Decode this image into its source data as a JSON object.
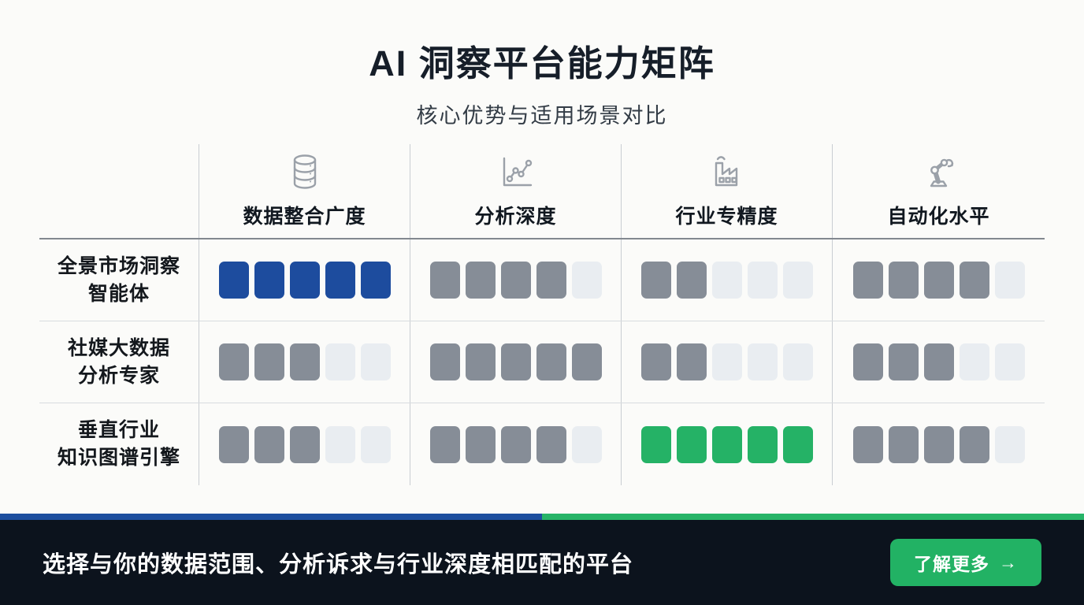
{
  "header": {
    "title": "AI 洞察平台能力矩阵",
    "subtitle": "核心优势与适用场景对比"
  },
  "matrix": {
    "scale_max": 5,
    "columns": [
      {
        "label": "数据整合广度",
        "icon": "database-icon"
      },
      {
        "label": "分析深度",
        "icon": "line-chart-icon"
      },
      {
        "label": "行业专精度",
        "icon": "factory-icon"
      },
      {
        "label": "自动化水平",
        "icon": "robot-arm-icon"
      }
    ],
    "rows": [
      {
        "label_lines": [
          "全景市场洞察",
          "智能体"
        ],
        "ratings": [
          {
            "value": 5,
            "color": "blue"
          },
          {
            "value": 4,
            "color": "gray"
          },
          {
            "value": 2,
            "color": "gray"
          },
          {
            "value": 4,
            "color": "gray"
          }
        ]
      },
      {
        "label_lines": [
          "社媒大数据",
          "分析专家"
        ],
        "ratings": [
          {
            "value": 3,
            "color": "gray"
          },
          {
            "value": 5,
            "color": "gray"
          },
          {
            "value": 2,
            "color": "gray"
          },
          {
            "value": 3,
            "color": "gray"
          }
        ]
      },
      {
        "label_lines": [
          "垂直行业",
          "知识图谱引擎"
        ],
        "ratings": [
          {
            "value": 3,
            "color": "gray"
          },
          {
            "value": 4,
            "color": "gray"
          },
          {
            "value": 5,
            "color": "green"
          },
          {
            "value": 4,
            "color": "gray"
          }
        ]
      }
    ]
  },
  "chart_data": {
    "type": "table",
    "title": "AI 洞察平台能力矩阵",
    "subtitle": "核心优势与适用场景对比",
    "columns": [
      "数据整合广度",
      "分析深度",
      "行业专精度",
      "自动化水平"
    ],
    "rows": [
      "全景市场洞察智能体",
      "社媒大数据分析专家",
      "垂直行业知识图谱引擎"
    ],
    "values": [
      [
        5,
        4,
        2,
        4
      ],
      [
        3,
        5,
        2,
        3
      ],
      [
        3,
        4,
        5,
        4
      ]
    ],
    "scale_max": 5,
    "highlight_cells": [
      {
        "row": 0,
        "col": 0,
        "color": "#1d4c9e"
      },
      {
        "row": 2,
        "col": 2,
        "color": "#25b266"
      }
    ]
  },
  "footer": {
    "message": "选择与你的数据范围、分析诉求与行业深度相匹配的平台",
    "cta_label": "了解更多",
    "cta_arrow": "→",
    "progress_blue_pct": 50,
    "progress_green_pct": 50
  },
  "colors": {
    "square_blue": "#1d4c9e",
    "square_gray": "#868d97",
    "square_green": "#25b266",
    "square_empty": "#e9edf1",
    "strip_blue": "#1d4e9e",
    "strip_green": "#27b468",
    "footer_bg": "#0c131d",
    "button_green": "#22b264",
    "title_color": "#161e29"
  }
}
